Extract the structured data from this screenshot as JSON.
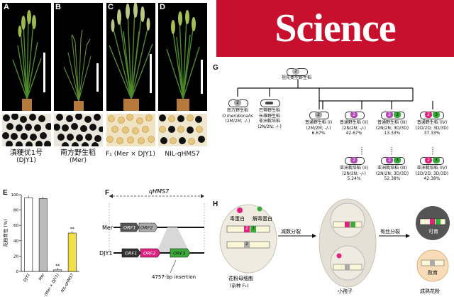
{
  "panels": {
    "a": "A",
    "b": "B",
    "c": "C",
    "d": "D",
    "e": "E",
    "f": "F",
    "g": "G",
    "h": "H"
  },
  "plant_labels": [
    {
      "line1": "滇粳优1号",
      "line2": "(DJY1)"
    },
    {
      "line1": "南方野生稻",
      "line2": "(Mer)"
    },
    {
      "line1": "F₁ (Mer × DJY1)",
      "line2": ""
    },
    {
      "line1": "NIL-qHMS7",
      "line2": ""
    }
  ],
  "banner": {
    "text": "Science"
  },
  "colors": {
    "science_red": "#c8102e",
    "fertile_bar": "#f2e04a",
    "sterile_bar": "#bbbbbb",
    "orf2_pink": "#e0217f",
    "orf3_green": "#3aab3a"
  },
  "chart_data": {
    "type": "bar",
    "categories": [
      "DJY1",
      "Mer",
      "F₁ (Mer × DJY1)",
      "NIL-qHMS7"
    ],
    "values": [
      96,
      95,
      2,
      50
    ],
    "ylabel": "花粉育性 (%)",
    "yticks": [
      "0",
      "20",
      "40",
      "60",
      "80",
      "100"
    ],
    "ylim": [
      0,
      100
    ],
    "significance": [
      "",
      "",
      "**",
      "**"
    ],
    "colors": [
      "#ffffff",
      "#bbbbbb",
      "#dddddd",
      "#f2e04a"
    ]
  },
  "f": {
    "title": "qHMS7",
    "mer": "Mer",
    "djy1": "DJY1",
    "orf1": "ORF1",
    "orf2": "ORF2",
    "orf3": "ORF3",
    "insertion": "4757-bp insertion"
  },
  "g": {
    "root": "祖先类型野生稻",
    "root_num": "2",
    "nodes": [
      {
        "num": "2",
        "l1": "南方野生稻",
        "l2": "O.meridionalis",
        "l3": "(2M/2M; -/-)",
        "pct": ""
      },
      {
        "num": "",
        "l1": "巴蒂野生稻",
        "l2": "长雄野生稻",
        "l3": "非洲栽培稻",
        "l4": "(2N/2N; -/-)",
        "pct": ""
      },
      {
        "num": "2",
        "l1": "普通野生稻 (I)",
        "l2": "(2M/2M; -/-)",
        "pct": "6.67%"
      },
      {
        "num": "2",
        "l1": "普通野生稻 (II)",
        "l2": "(2N/2N; -/-)",
        "pct": "42.67%"
      },
      {
        "num": "2",
        "num2": "3",
        "l1": "普通野生稻 (III)",
        "l2": "(2N/2N; 3D/3D)",
        "pct": "13.33%"
      },
      {
        "num": "2",
        "num2": "3",
        "l1": "普通野生稻 (IV)",
        "l2": "(2D/2D; 3D/3D)",
        "pct": "37.33%"
      },
      {
        "num": "2",
        "l1": "亚洲栽培稻 (II)",
        "l2": "(2N/2N; -/-)",
        "pct": "5.24%"
      },
      {
        "num": "2",
        "num2": "3",
        "l1": "亚洲栽培稻 (III)",
        "l2": "(2N/2N; 3D/3D)",
        "pct": "52.38%"
      },
      {
        "num": "2",
        "num2": "3",
        "l1": "亚洲栽培稻 (IV)",
        "l2": "(2D/2D; 3D/3D)",
        "pct": "42.38%"
      }
    ]
  },
  "h": {
    "toxin": "毒蛋白",
    "antidote": "解毒蛋白",
    "meiosis": "减数分裂",
    "mitosis": "有丝分裂",
    "fertile": "可育",
    "sterile": "败育",
    "pmc": "花粉母细胞",
    "pmc2": "(杂种 F₁)",
    "microspore": "小孢子",
    "mature": "成熟花粉",
    "g2": "2",
    "g3": "3"
  }
}
